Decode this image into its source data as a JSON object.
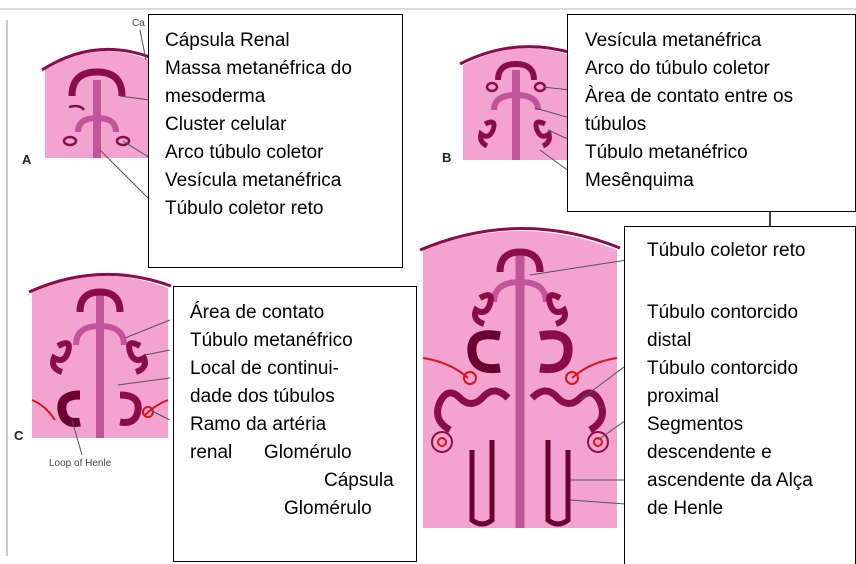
{
  "panels": {
    "a": "A",
    "b": "B",
    "c": "C",
    "loop": "Loop of Henle",
    "ca_fragment": "Ca"
  },
  "box_a": {
    "lines": [
      "Cápsula Renal",
      "Massa metanéfrica do",
      "mesoderma",
      "Cluster celular",
      "Arco túbulo coletor",
      "Vesícula metanéfrica",
      "Túbulo coletor reto"
    ]
  },
  "box_b": {
    "lines": [
      "Vesícula metanéfrica",
      "Arco do túbulo coletor",
      "Àrea de contato entre os",
      "túbulos",
      "Túbulo metanéfrico",
      "Mesênquima"
    ]
  },
  "box_c": {
    "lines": [
      "Área de contato",
      "Túbulo metanéfrico",
      "Local de continui-",
      "dade dos túbulos",
      "Ramo da artéria",
      "renal      Glomérulo",
      "Cápsula",
      "Glomérulo"
    ]
  },
  "box_d": {
    "title": "Túbulo coletor reto",
    "lines": [
      "Túbulo contorcido",
      "distal",
      "Túbulo contorcido",
      "proximal",
      "Segmentos",
      "descendente e",
      "ascendente da Alça",
      "de Henle"
    ]
  },
  "colors": {
    "tissue": "#f2a3cf",
    "tubule": "#8b0d47",
    "tubule_light": "#e080b8",
    "artery": "#d8141c"
  }
}
